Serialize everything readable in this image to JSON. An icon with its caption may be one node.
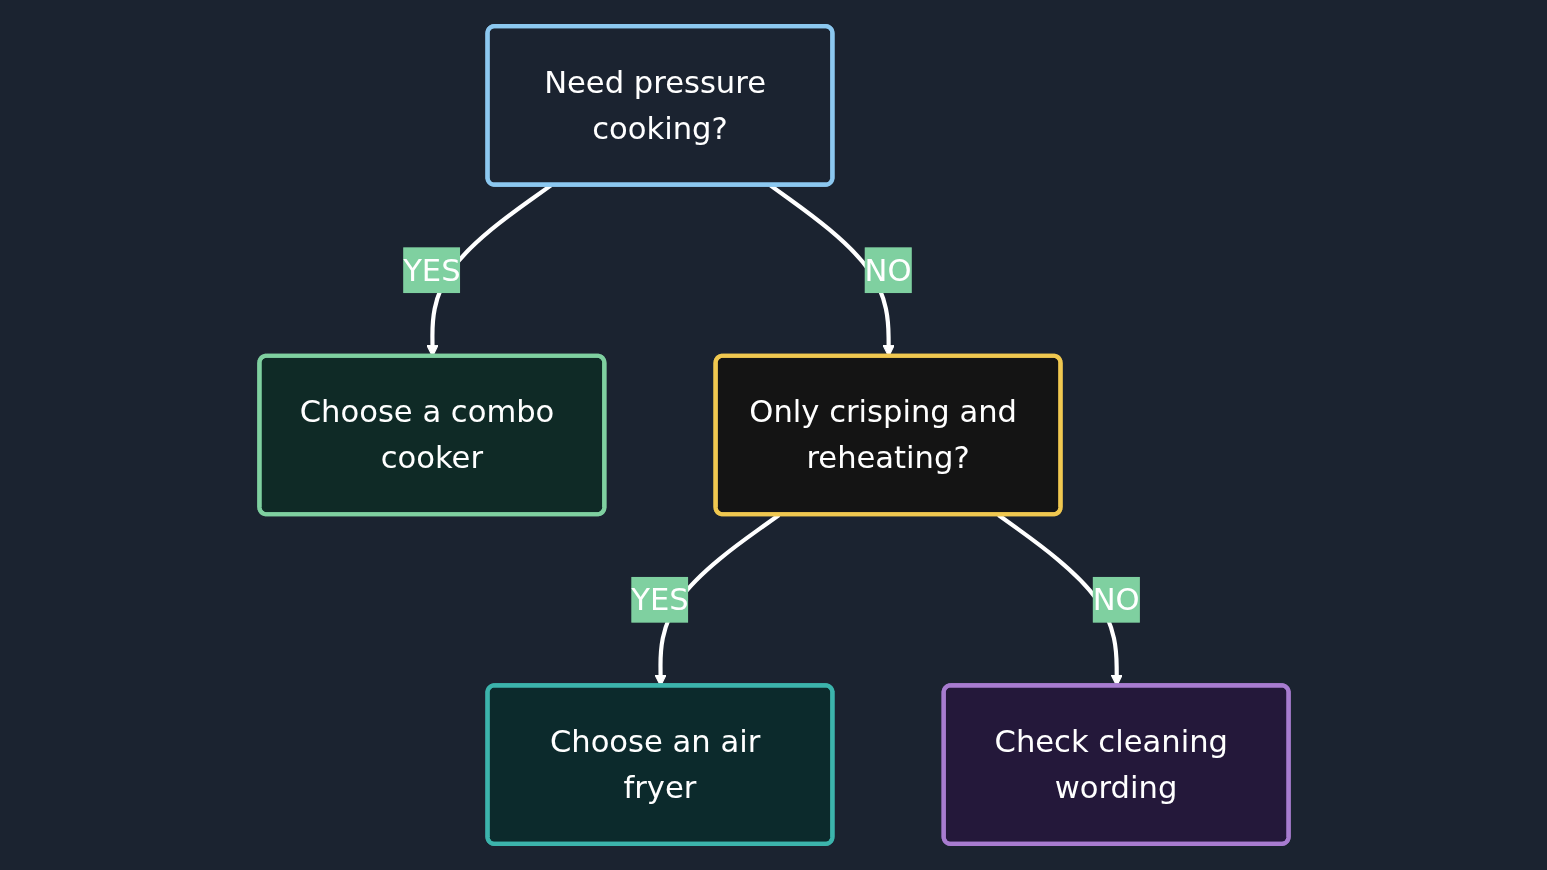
{
  "diagram": {
    "nodes": [
      {
        "text": [
          "Need pressure cooking?"
        ]
      },
      {
        "text": [
          "Choose a combo cooker"
        ]
      },
      {
        "text": [
          "Only crisping and reheating?"
        ]
      },
      {
        "text": [
          "Choose an air fryer"
        ]
      },
      {
        "text": [
          "Check cleaning wording"
        ]
      }
    ],
    "edges": [
      {
        "from": 0,
        "to": 1,
        "arrow": "to",
        "label": "YES"
      },
      {
        "from": 0,
        "to": 2,
        "arrow": "to",
        "label": "NO"
      },
      {
        "from": 2,
        "to": 3,
        "arrow": "to",
        "label": "YES"
      },
      {
        "from": 2,
        "to": 4,
        "arrow": "to",
        "label": "NO"
      }
    ]
  }
}
